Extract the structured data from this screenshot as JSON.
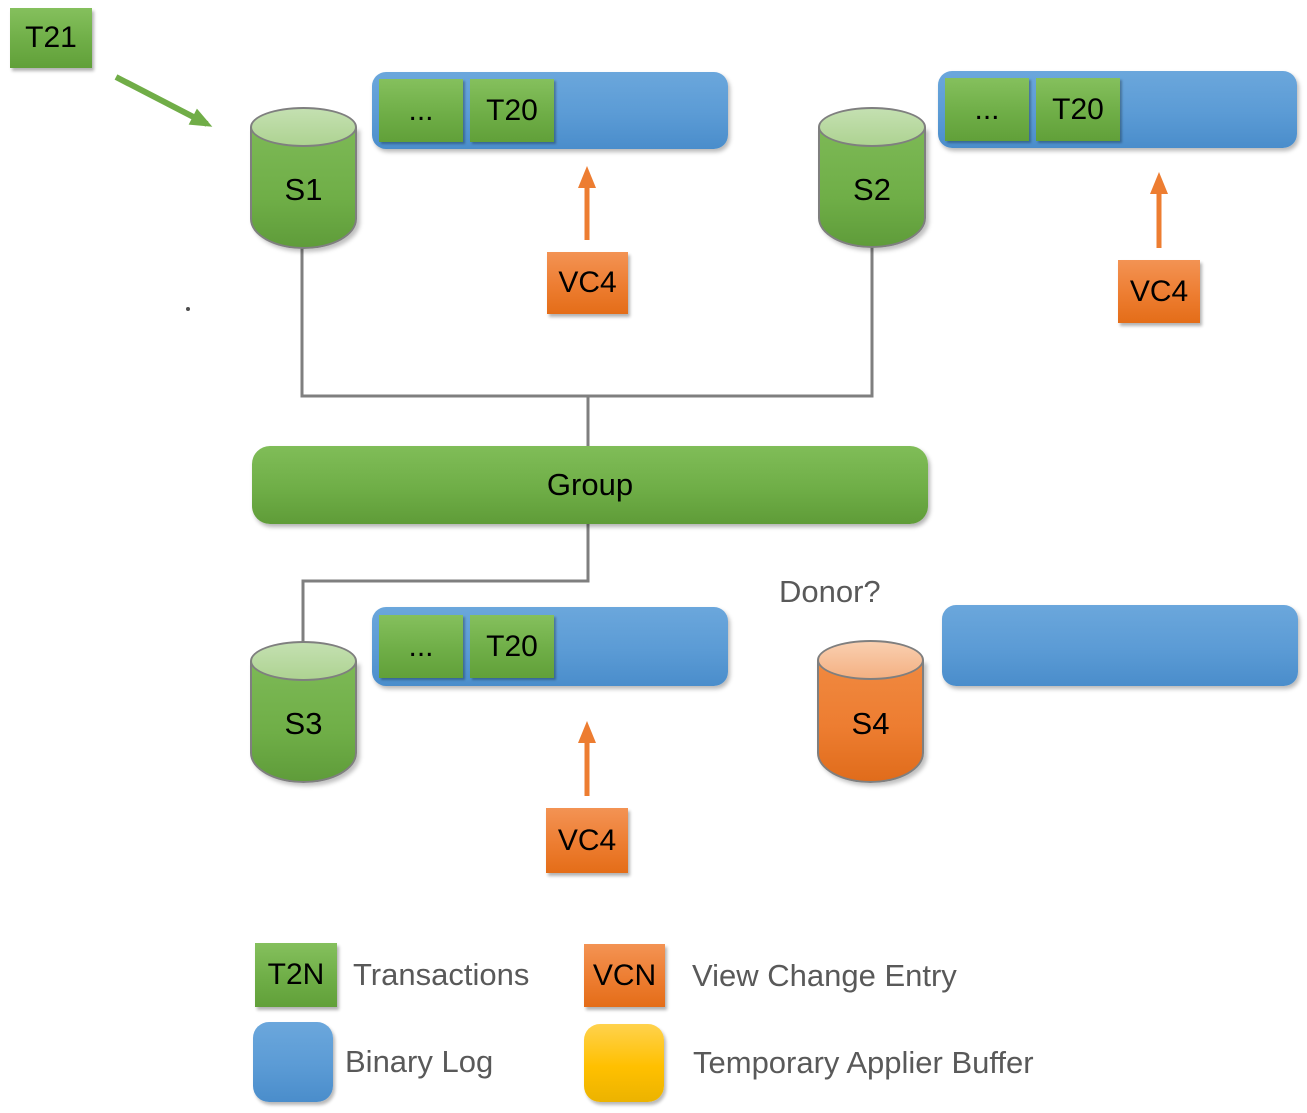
{
  "colors": {
    "transaction_green": "#70AD47",
    "binary_log_blue": "#5B9BD5",
    "view_change_orange": "#ED7D31",
    "applier_buffer_yellow": "#FFC000",
    "connector_gray": "#7F7F7F",
    "label_gray": "#595959"
  },
  "incoming_transaction": {
    "label": "T21"
  },
  "servers": {
    "s1": {
      "label": "S1"
    },
    "s2": {
      "label": "S2"
    },
    "s3": {
      "label": "S3"
    },
    "s4": {
      "label": "S4",
      "question": "Donor?"
    }
  },
  "binlogs": {
    "s1": {
      "older": "...",
      "latest": "T20"
    },
    "s2": {
      "older": "...",
      "latest": "T20"
    },
    "s3": {
      "older": "...",
      "latest": "T20"
    },
    "s4": {}
  },
  "view_changes": {
    "s1": "VC4",
    "s2": "VC4",
    "s3": "VC4"
  },
  "group": {
    "label": "Group"
  },
  "legend": {
    "transactions": {
      "key": "T2N",
      "label": "Transactions"
    },
    "view_change": {
      "key": "VCN",
      "label": "View Change Entry"
    },
    "binary_log": {
      "label": "Binary Log"
    },
    "applier_buffer": {
      "label": "Temporary Applier Buffer"
    }
  }
}
